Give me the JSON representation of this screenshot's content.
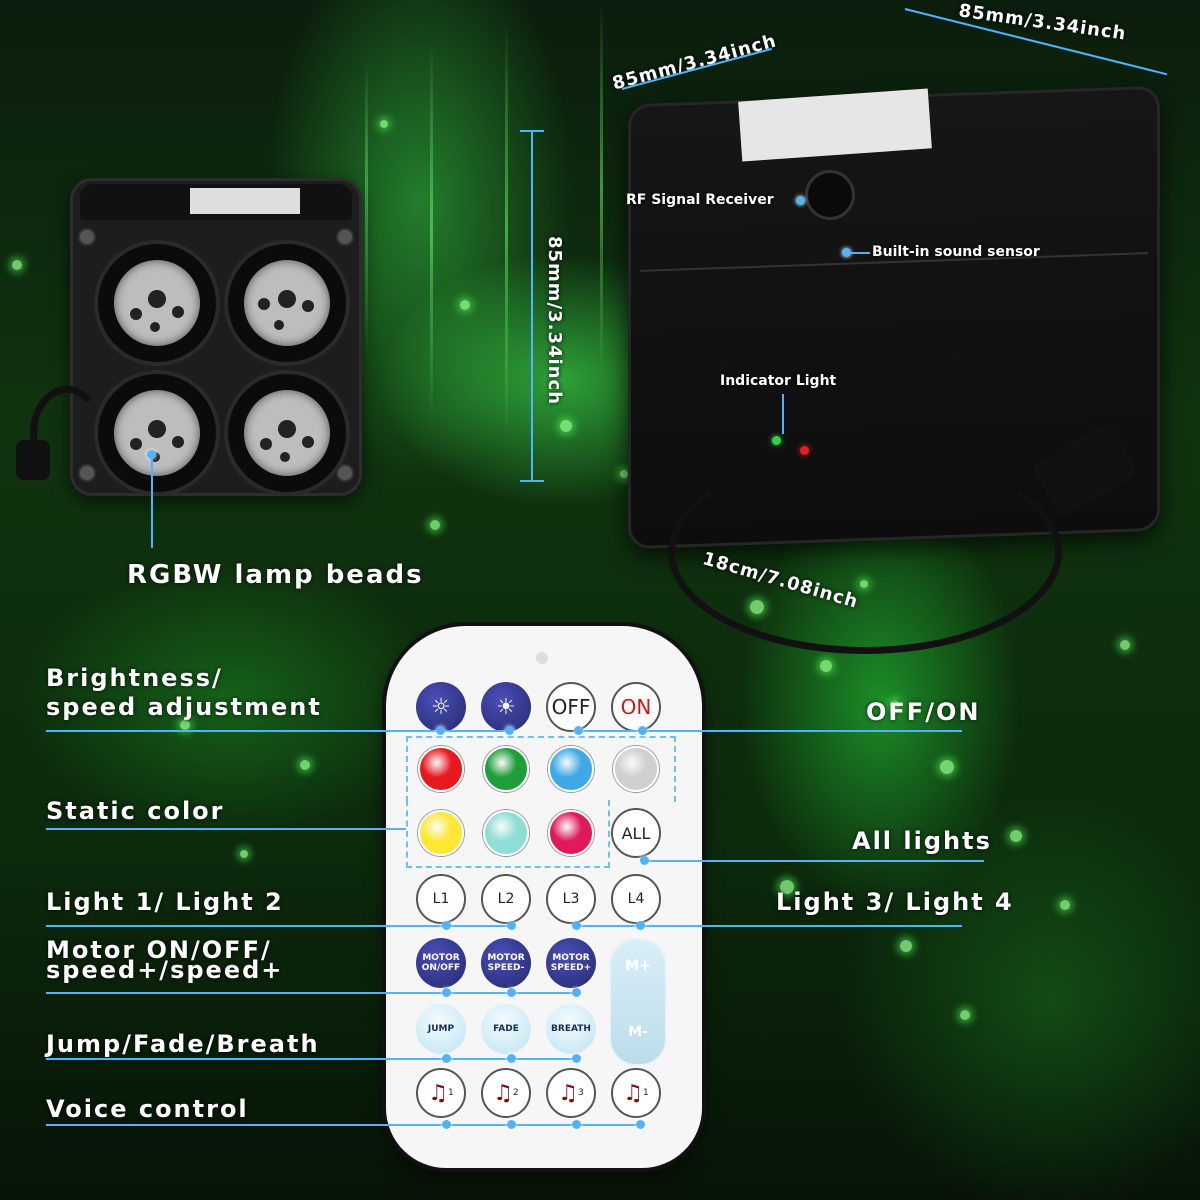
{
  "dimensions": {
    "width_top_left": "85mm/3.34inch",
    "width_top_right": "85mm/3.34inch",
    "height": "85mm/3.34inch",
    "cable": "18cm/7.08inch"
  },
  "device_callouts": {
    "rf_receiver": "RF Signal Receiver",
    "sound_sensor": "Built-in sound sensor",
    "indicator": "Indicator Light",
    "lamp_beads": "RGBW lamp beads"
  },
  "remote_callouts": {
    "brightness_line1": "Brightness/",
    "brightness_line2": "speed adjustment",
    "static_color": "Static color",
    "light12": "Light 1/ Light 2",
    "motor_line1": "Motor ON/OFF/",
    "motor_line2": "speed+/speed+",
    "jump": "Jump/Fade/Breath",
    "voice": "Voice control",
    "offon": "OFF/ON",
    "all_lights": "All lights",
    "light34": "Light 3/ Light 4"
  },
  "remote": {
    "off": "OFF",
    "on": "ON",
    "all": "ALL",
    "l1": "L1",
    "l2": "L2",
    "l3": "L3",
    "l4": "L4",
    "motor_onoff_1": "MOTOR",
    "motor_onoff_2": "ON/OFF",
    "motor_speed_minus_1": "MOTOR",
    "motor_speed_minus_2": "SPEED-",
    "motor_speed_plus_1": "MOTOR",
    "motor_speed_plus_2": "SPEED+",
    "m_plus": "M+",
    "m_minus": "M-",
    "jump": "JUMP",
    "fade": "FADE",
    "breath": "BREATH",
    "voice_nums": [
      "1",
      "2",
      "3",
      "1"
    ],
    "colors": [
      "#e8191e",
      "#1f9e3a",
      "#3fa9e6",
      "#cfcfcf",
      "#ffe733",
      "#8fded6",
      "#e0195c"
    ]
  },
  "colors": {
    "accent_line": "#4fb3ff",
    "remote_navy": "#24286b",
    "background_green": "#10330f"
  }
}
